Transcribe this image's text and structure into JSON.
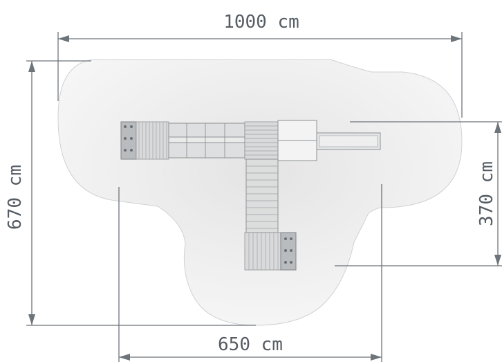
{
  "dimensions": {
    "top_width": "1000 cm",
    "left_height": "670 cm",
    "right_height": "370 cm",
    "bottom_width": "650 cm"
  },
  "colors": {
    "dimension_line": "#6d747a",
    "label": "#555c63",
    "safety_zone_fill": "#f2f2f2",
    "structure": "#d9dadb"
  }
}
